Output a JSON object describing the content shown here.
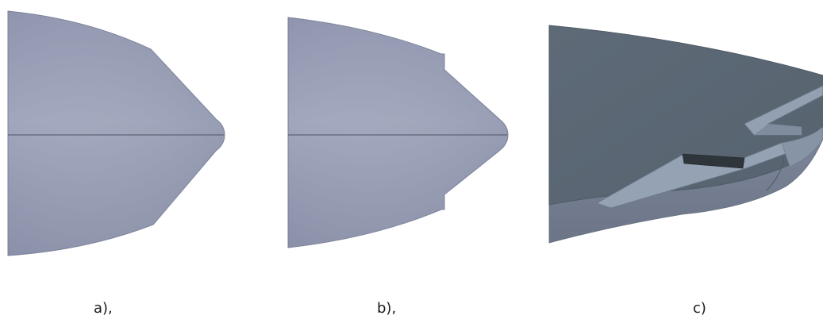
{
  "captions": {
    "a": "a),",
    "b": "b),",
    "c": "c)"
  },
  "colors": {
    "hull_light": "#9aa0b7",
    "hull_mid": "#8e95ad",
    "hull_edge": "#7b819a",
    "hull_dark": "#5f6c79",
    "hull_dark_shade": "#55626f",
    "rim": "#8892a6",
    "fin_highlight": "#9aa5b6",
    "fin_shadow": "#2e3438"
  }
}
